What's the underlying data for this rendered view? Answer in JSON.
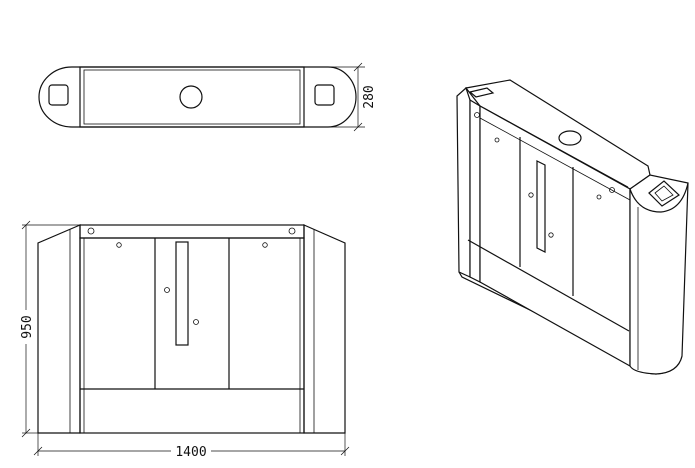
{
  "dimensions": {
    "depth": "280",
    "height": "950",
    "width": "1400"
  },
  "views": [
    {
      "name": "top-view"
    },
    {
      "name": "front-view"
    },
    {
      "name": "isometric-view"
    }
  ],
  "colors": {
    "line": "#111111",
    "background": "#ffffff"
  }
}
